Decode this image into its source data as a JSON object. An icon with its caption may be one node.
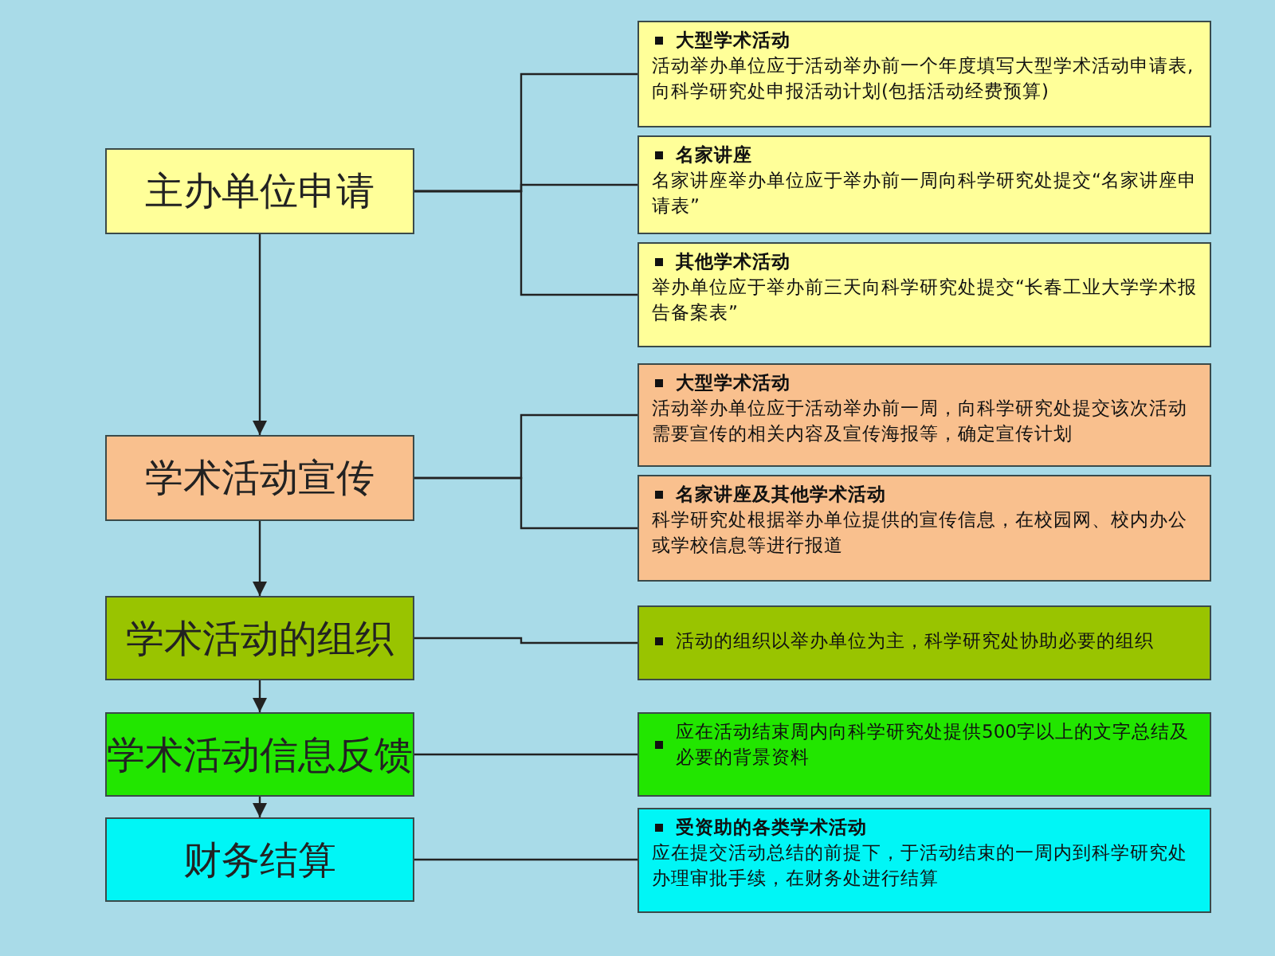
{
  "diagram": {
    "nodes": [
      {
        "text": [
          "主办单位申请"
        ]
      },
      {
        "text": [
          "大型学术活动",
          "活动举办单位应于活动举办前一个年度填写大型学术活动申请表,向科学研究处申报活动计划(包括活动经费预算)"
        ]
      },
      {
        "text": [
          "名家讲座",
          "名家讲座举办单位应于举办前一周向科学研究处提交“名家讲座申请表”"
        ]
      },
      {
        "text": [
          "其他学术活动",
          "举办单位应于举办前三天向科学研究处提交“长春工业大学学术报告备案表”"
        ]
      },
      {
        "text": [
          "学术活动宣传"
        ]
      },
      {
        "text": [
          "大型学术活动",
          "活动举办单位应于活动举办前一周，向科学研究处提交该次活动需要宣传的相关内容及宣传海报等，确定宣传计划"
        ]
      },
      {
        "text": [
          "名家讲座及其他学术活动",
          "科学研究处根据举办单位提供的宣传信息，在校园网、校内办公或学校信息等进行报道"
        ]
      },
      {
        "text": [
          "学术活动的组织"
        ]
      },
      {
        "text": [
          "活动的组织以举办单位为主，科学研究处协助必要的组织"
        ]
      },
      {
        "text": [
          "学术活动信息反馈"
        ]
      },
      {
        "text": [
          "应在活动结束周内向科学研究处提供500字以上的文字总结及必要的背景资料"
        ]
      },
      {
        "text": [
          "财务结算"
        ]
      },
      {
        "text": [
          "受资助的各类学术活动",
          "应在提交活动总结的前提下，于活动结束的一周内到科学研究处办理审批手续，在财务处进行结算"
        ]
      }
    ],
    "edges": [
      {
        "from": 0,
        "to": 4,
        "arrow": "to"
      },
      {
        "from": 4,
        "to": 7,
        "arrow": "to"
      },
      {
        "from": 7,
        "to": 9,
        "arrow": "to"
      },
      {
        "from": 9,
        "to": 11,
        "arrow": "to"
      },
      {
        "from": 0,
        "to": 1,
        "arrow": "none"
      },
      {
        "from": 0,
        "to": 2,
        "arrow": "none"
      },
      {
        "from": 0,
        "to": 3,
        "arrow": "none"
      },
      {
        "from": 4,
        "to": 5,
        "arrow": "none"
      },
      {
        "from": 4,
        "to": 6,
        "arrow": "none"
      },
      {
        "from": 7,
        "to": 8,
        "arrow": "none"
      },
      {
        "from": 9,
        "to": 10,
        "arrow": "none"
      },
      {
        "from": 11,
        "to": 12,
        "arrow": "none"
      }
    ]
  }
}
